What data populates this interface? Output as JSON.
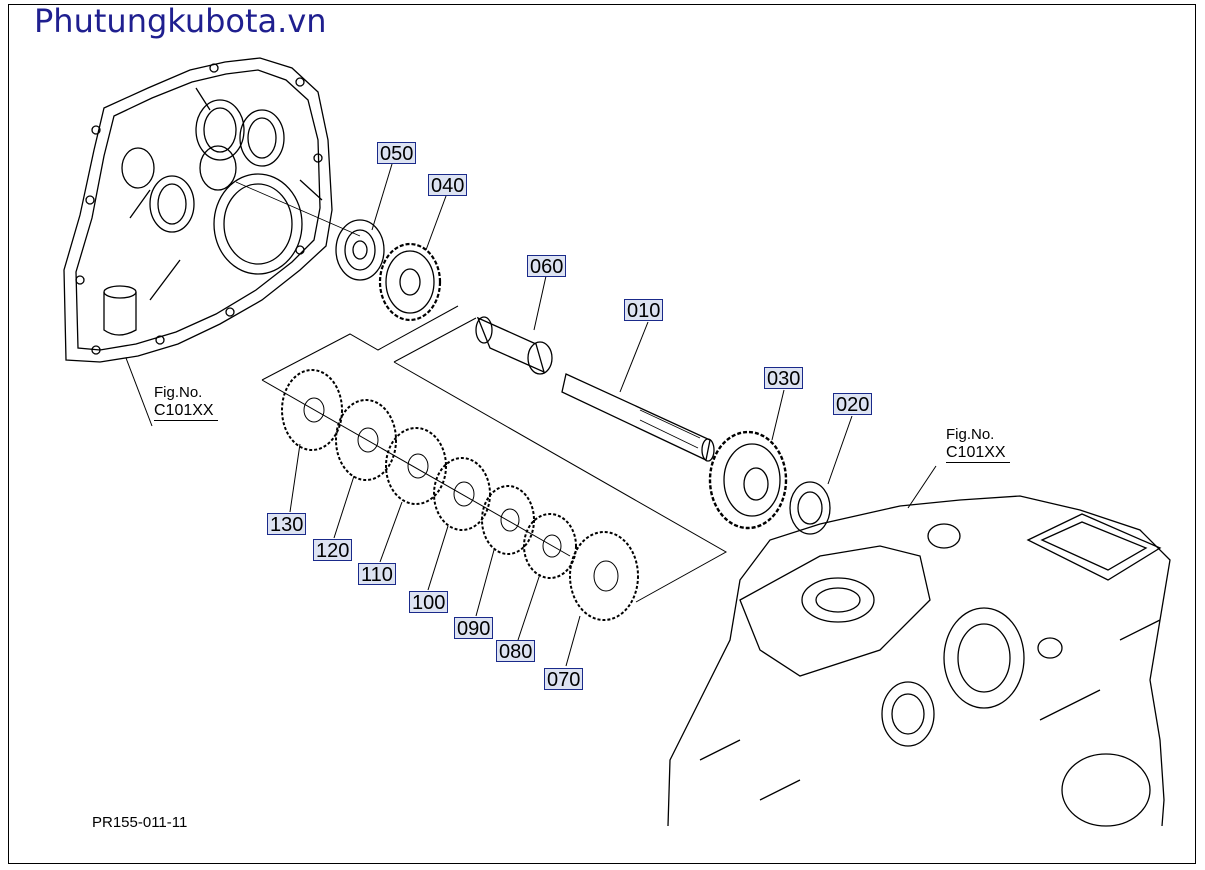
{
  "watermark": "Phutungkubota.vn",
  "drawing_number": "PR155-011-11",
  "figure_refs": [
    {
      "label": "Fig.No.",
      "code": "C101XX"
    },
    {
      "label": "Fig.No.",
      "code": "C101XX"
    }
  ],
  "callouts": [
    "010",
    "020",
    "030",
    "040",
    "050",
    "060",
    "070",
    "080",
    "090",
    "100",
    "110",
    "120",
    "130"
  ],
  "colors": {
    "callout_bg": "#dde3f2",
    "callout_border": "#1a2a8a",
    "watermark": "#1f1f8f"
  }
}
